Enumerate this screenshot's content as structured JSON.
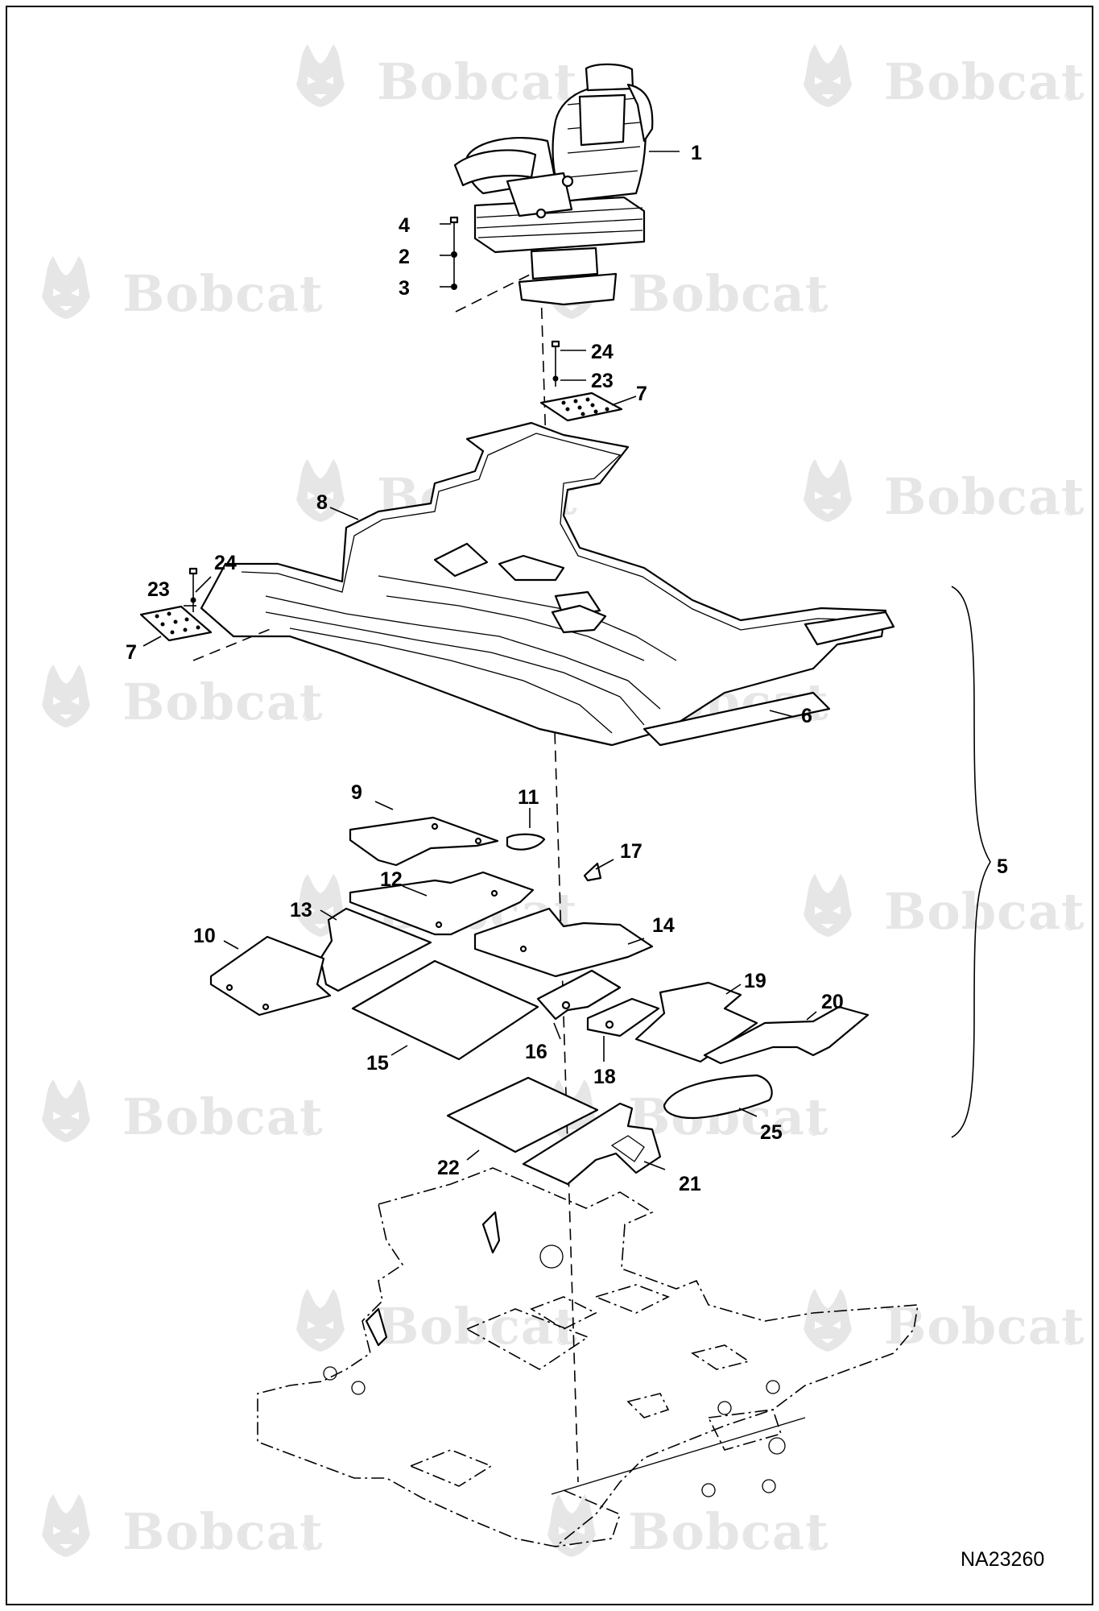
{
  "diagram": {
    "watermark_text": "Bobcat",
    "watermark_mark": "®",
    "document_id": "NA23260",
    "callouts": [
      {
        "id": "c1",
        "label": "1"
      },
      {
        "id": "c2",
        "label": "2"
      },
      {
        "id": "c3",
        "label": "3"
      },
      {
        "id": "c4",
        "label": "4"
      },
      {
        "id": "c5",
        "label": "5"
      },
      {
        "id": "c6",
        "label": "6"
      },
      {
        "id": "c7a",
        "label": "7"
      },
      {
        "id": "c7b",
        "label": "7"
      },
      {
        "id": "c8",
        "label": "8"
      },
      {
        "id": "c9",
        "label": "9"
      },
      {
        "id": "c10",
        "label": "10"
      },
      {
        "id": "c11",
        "label": "11"
      },
      {
        "id": "c12",
        "label": "12"
      },
      {
        "id": "c13",
        "label": "13"
      },
      {
        "id": "c14",
        "label": "14"
      },
      {
        "id": "c15",
        "label": "15"
      },
      {
        "id": "c16",
        "label": "16"
      },
      {
        "id": "c17",
        "label": "17"
      },
      {
        "id": "c18",
        "label": "18"
      },
      {
        "id": "c19",
        "label": "19"
      },
      {
        "id": "c20",
        "label": "20"
      },
      {
        "id": "c21",
        "label": "21"
      },
      {
        "id": "c22",
        "label": "22"
      },
      {
        "id": "c23a",
        "label": "23"
      },
      {
        "id": "c23b",
        "label": "23"
      },
      {
        "id": "c24a",
        "label": "24"
      },
      {
        "id": "c24b",
        "label": "24"
      },
      {
        "id": "c25",
        "label": "25"
      }
    ]
  }
}
